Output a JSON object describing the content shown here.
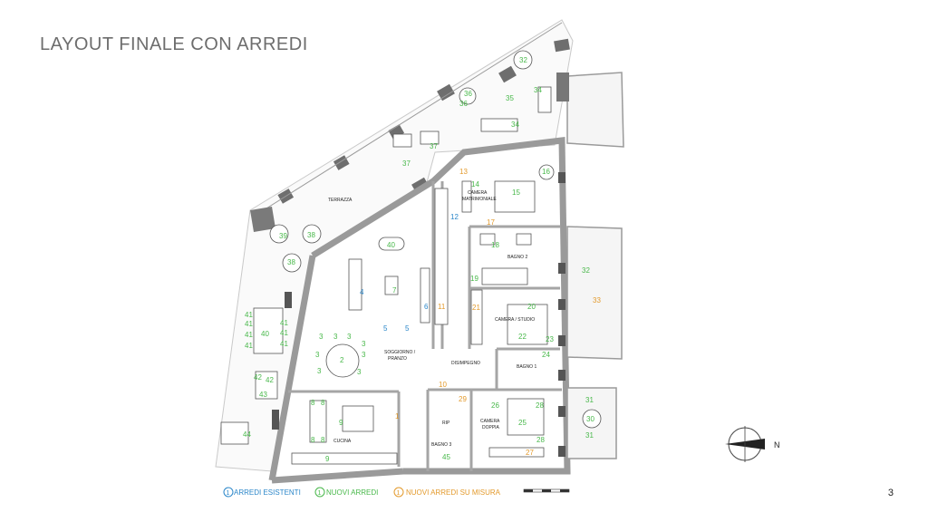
{
  "title": "LAYOUT FINALE CON ARREDI",
  "page_number": "3",
  "compass": {
    "label": "N"
  },
  "colors": {
    "existing": "#2a86c9",
    "new": "#48b84a",
    "custom": "#e39a2c",
    "wall": "#9a9a9a"
  },
  "legend": {
    "existing": {
      "marker": "1",
      "label": "ARREDI ESISTENTI"
    },
    "new": {
      "marker": "1",
      "label": "NUOVI ARREDI"
    },
    "custom": {
      "marker": "1",
      "label": "NUOVI ARREDI SU MISURA"
    }
  },
  "rooms": {
    "terrazza": "TERRAZZA",
    "camera_matrimoniale_1": "CAMERA",
    "camera_matrimoniale_2": "MATRIMONIALE",
    "bagno2": "BAGNO 2",
    "camera_studio": "CAMERA / STUDIO",
    "soggiorno_1": "SOGGIORNO /",
    "soggiorno_2": "PRANZO",
    "disimpegno": "DISIMPEGNO",
    "bagno1": "BAGNO 1",
    "rip": "RIP",
    "camera_doppia_1": "CAMERA",
    "camera_doppia_2": "DOPPIA",
    "bagno3": "BAGNO 3",
    "cucina": "CUCINA"
  },
  "numbers": [
    {
      "t": "32",
      "c": "g"
    },
    {
      "t": "34",
      "c": "g"
    },
    {
      "t": "35",
      "c": "g"
    },
    {
      "t": "36",
      "c": "g"
    },
    {
      "t": "36",
      "c": "g"
    },
    {
      "t": "34",
      "c": "g"
    },
    {
      "t": "37",
      "c": "g"
    },
    {
      "t": "37",
      "c": "g"
    },
    {
      "t": "13",
      "c": "o"
    },
    {
      "t": "14",
      "c": "g"
    },
    {
      "t": "15",
      "c": "g"
    },
    {
      "t": "16",
      "c": "g"
    },
    {
      "t": "12",
      "c": "b"
    },
    {
      "t": "17",
      "c": "o"
    },
    {
      "t": "18",
      "c": "g"
    },
    {
      "t": "39",
      "c": "g"
    },
    {
      "t": "38",
      "c": "g"
    },
    {
      "t": "40",
      "c": "g"
    },
    {
      "t": "38",
      "c": "g"
    },
    {
      "t": "7",
      "c": "g"
    },
    {
      "t": "4",
      "c": "b"
    },
    {
      "t": "6",
      "c": "b"
    },
    {
      "t": "11",
      "c": "o"
    },
    {
      "t": "19",
      "c": "g"
    },
    {
      "t": "21",
      "c": "o"
    },
    {
      "t": "20",
      "c": "g"
    },
    {
      "t": "5",
      "c": "b"
    },
    {
      "t": "5",
      "c": "b"
    },
    {
      "t": "22",
      "c": "g"
    },
    {
      "t": "23",
      "c": "g"
    },
    {
      "t": "24",
      "c": "g"
    },
    {
      "t": "3",
      "c": "g"
    },
    {
      "t": "3",
      "c": "g"
    },
    {
      "t": "3",
      "c": "g"
    },
    {
      "t": "3",
      "c": "g"
    },
    {
      "t": "3",
      "c": "g"
    },
    {
      "t": "3",
      "c": "g"
    },
    {
      "t": "2",
      "c": "g"
    },
    {
      "t": "3",
      "c": "g"
    },
    {
      "t": "3",
      "c": "g"
    },
    {
      "t": "41",
      "c": "g"
    },
    {
      "t": "41",
      "c": "g"
    },
    {
      "t": "41",
      "c": "g"
    },
    {
      "t": "40",
      "c": "g"
    },
    {
      "t": "41",
      "c": "g"
    },
    {
      "t": "41",
      "c": "g"
    },
    {
      "t": "41",
      "c": "g"
    },
    {
      "t": "41",
      "c": "g"
    },
    {
      "t": "42",
      "c": "g"
    },
    {
      "t": "42",
      "c": "g"
    },
    {
      "t": "43",
      "c": "g"
    },
    {
      "t": "10",
      "c": "o"
    },
    {
      "t": "29",
      "c": "o"
    },
    {
      "t": "26",
      "c": "g"
    },
    {
      "t": "28",
      "c": "g"
    },
    {
      "t": "25",
      "c": "g"
    },
    {
      "t": "28",
      "c": "g"
    },
    {
      "t": "27",
      "c": "o"
    },
    {
      "t": "8",
      "c": "g"
    },
    {
      "t": "8",
      "c": "g"
    },
    {
      "t": "9",
      "c": "g"
    },
    {
      "t": "8",
      "c": "g"
    },
    {
      "t": "8",
      "c": "g"
    },
    {
      "t": "1",
      "c": "o"
    },
    {
      "t": "44",
      "c": "g"
    },
    {
      "t": "9",
      "c": "g"
    },
    {
      "t": "45",
      "c": "g"
    },
    {
      "t": "31",
      "c": "g"
    },
    {
      "t": "30",
      "c": "g"
    },
    {
      "t": "31",
      "c": "g"
    },
    {
      "t": "32",
      "c": "g"
    },
    {
      "t": "33",
      "c": "o"
    }
  ]
}
